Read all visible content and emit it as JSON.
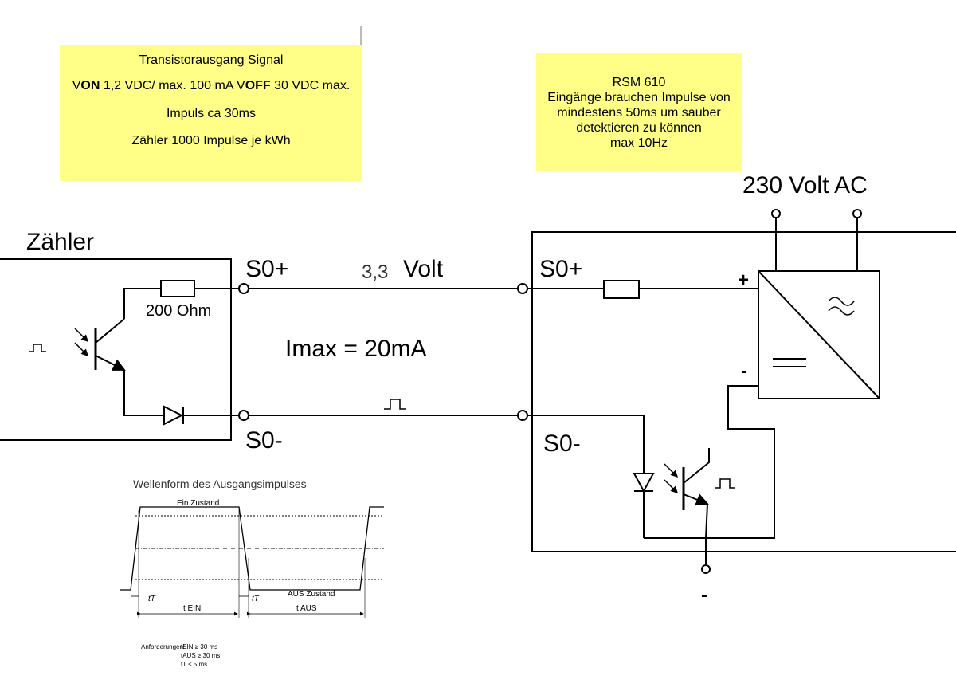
{
  "note_left": {
    "line1": "Transistorausgang Signal",
    "line2_v1": "V",
    "line2_on": "ON",
    "line2_mid": " 1,2 VDC/ max. 100 mA V",
    "line2_off": "OFF",
    "line2_end": " 30 VDC max.",
    "line3": "Impuls ca 30ms",
    "line4": "Zähler 1000 Impulse je kWh"
  },
  "note_right": {
    "line1": "RSM 610",
    "line2": "Eingänge brauchen Impulse von",
    "line3": "mindestens 50ms um sauber",
    "line4": "detektieren zu können",
    "line5": "max 10Hz"
  },
  "labels": {
    "supply": "230 Volt AC",
    "meter": "Zähler",
    "s0plus_left": "S0+",
    "s0minus_left": "S0-",
    "s0plus_right": "S0+",
    "s0minus_right": "S0-",
    "voltage_num": "3,3",
    "voltage_unit": "Volt",
    "resistor": "200 Ohm",
    "current": "Imax = 20mA",
    "plus": "+",
    "minus": "-",
    "ground_minus": "-"
  },
  "waveform": {
    "title": "Wellenform des Ausgangsimpulses",
    "on_state": "Ein Zustand",
    "off_state": "AUS Zustand",
    "t_ein": "t EIN",
    "t_aus": "t AUS",
    "t_t1": "tT",
    "t_t2": "tT",
    "req_label": "Anforderungen:",
    "req1": "tEIN ≥ 30 ms",
    "req2": "tAUS ≥ 30 ms",
    "req3": "tT   ≤ 5 ms"
  }
}
